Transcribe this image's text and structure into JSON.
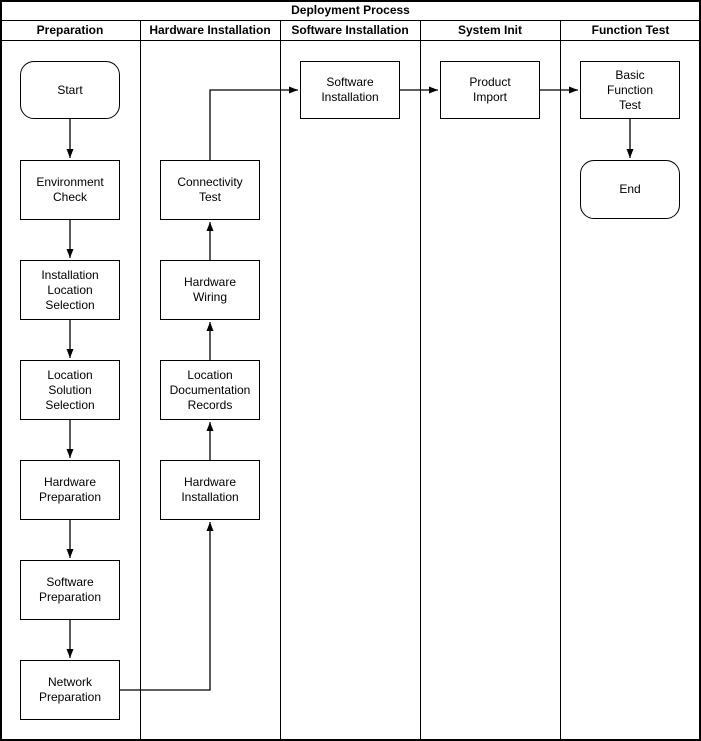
{
  "title": "Deployment Process",
  "colors": {
    "line": "#000000",
    "background": "#ffffff",
    "text": "#000000"
  },
  "lanes": [
    {
      "label": "Preparation"
    },
    {
      "label": "Hardware Installation"
    },
    {
      "label": "Software Installation"
    },
    {
      "label": "System Init"
    },
    {
      "label": "Function Test"
    }
  ],
  "nodes": {
    "start": "Start",
    "environment_check": "Environment\nCheck",
    "installation_location_selection": "Installation\nLocation\nSelection",
    "location_solution_selection": "Location\nSolution\nSelection",
    "hardware_preparation": "Hardware\nPreparation",
    "software_preparation": "Software\nPreparation",
    "network_preparation": "Network\nPreparation",
    "connectivity_test": "Connectivity\nTest",
    "hardware_wiring": "Hardware\nWiring",
    "location_documentation_records": "Location\nDocumentation\nRecords",
    "hardware_installation": "Hardware\nInstallation",
    "software_installation": "Software\nInstallation",
    "product_import": "Product\nImport",
    "basic_function_test": "Basic\nFunction\nTest",
    "end": "End"
  },
  "edges": [
    {
      "from": "Start",
      "to": "Environment Check"
    },
    {
      "from": "Environment Check",
      "to": "Installation Location Selection"
    },
    {
      "from": "Installation Location Selection",
      "to": "Location Solution Selection"
    },
    {
      "from": "Location Solution Selection",
      "to": "Hardware Preparation"
    },
    {
      "from": "Hardware Preparation",
      "to": "Software Preparation"
    },
    {
      "from": "Software Preparation",
      "to": "Network Preparation"
    },
    {
      "from": "Network Preparation",
      "to": "Hardware Installation"
    },
    {
      "from": "Hardware Installation",
      "to": "Location Documentation Records"
    },
    {
      "from": "Location Documentation Records",
      "to": "Hardware Wiring"
    },
    {
      "from": "Hardware Wiring",
      "to": "Connectivity Test"
    },
    {
      "from": "Connectivity Test",
      "to": "Software Installation"
    },
    {
      "from": "Software Installation",
      "to": "Product Import"
    },
    {
      "from": "Product Import",
      "to": "Basic Function Test"
    },
    {
      "from": "Basic Function Test",
      "to": "End"
    }
  ]
}
